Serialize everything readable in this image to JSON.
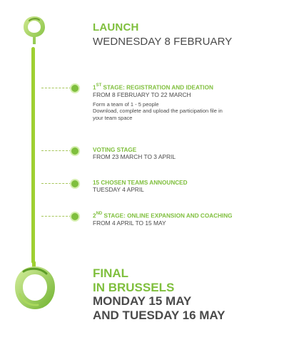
{
  "launch": {
    "title": "LAUNCH",
    "date": "WEDNESDAY 8 FEBRUARY"
  },
  "stages": [
    {
      "number": "1",
      "ordinal_suffix": "ST",
      "title_text": " STAGE: REGISTRATION AND IDEATION",
      "date": "FROM 8 FEBRUARY TO 22 MARCH",
      "details": [
        "Form a team of 1 - 5 people",
        "Download, complete and upload the participation file in",
        "your team space"
      ]
    },
    {
      "title_text": "VOTING STAGE",
      "date": "FROM 23 MARCH TO 3 APRIL"
    },
    {
      "title_text": "15 CHOSEN TEAMS ANNOUNCED",
      "date": "TUESDAY 4 APRIL"
    },
    {
      "number": "2",
      "ordinal_suffix": "ND",
      "title_text": " STAGE: ONLINE EXPANSION AND COACHING",
      "date": "FROM 4 APRIL TO 15 MAY"
    }
  ],
  "final": {
    "title_line_1": "FINAL",
    "title_line_2": "IN BRUSSELS",
    "date_line_1": "MONDAY 15 MAY",
    "date_line_2": "AND TUESDAY 16 MAY"
  },
  "colors": {
    "accent_green": "#7fbf3d",
    "light_green": "#9fd032",
    "text_dark": "#4a4a4a"
  },
  "icons": [
    "top-circle-logo-icon",
    "timeline-node-icon",
    "bottom-circle-logo-icon"
  ]
}
